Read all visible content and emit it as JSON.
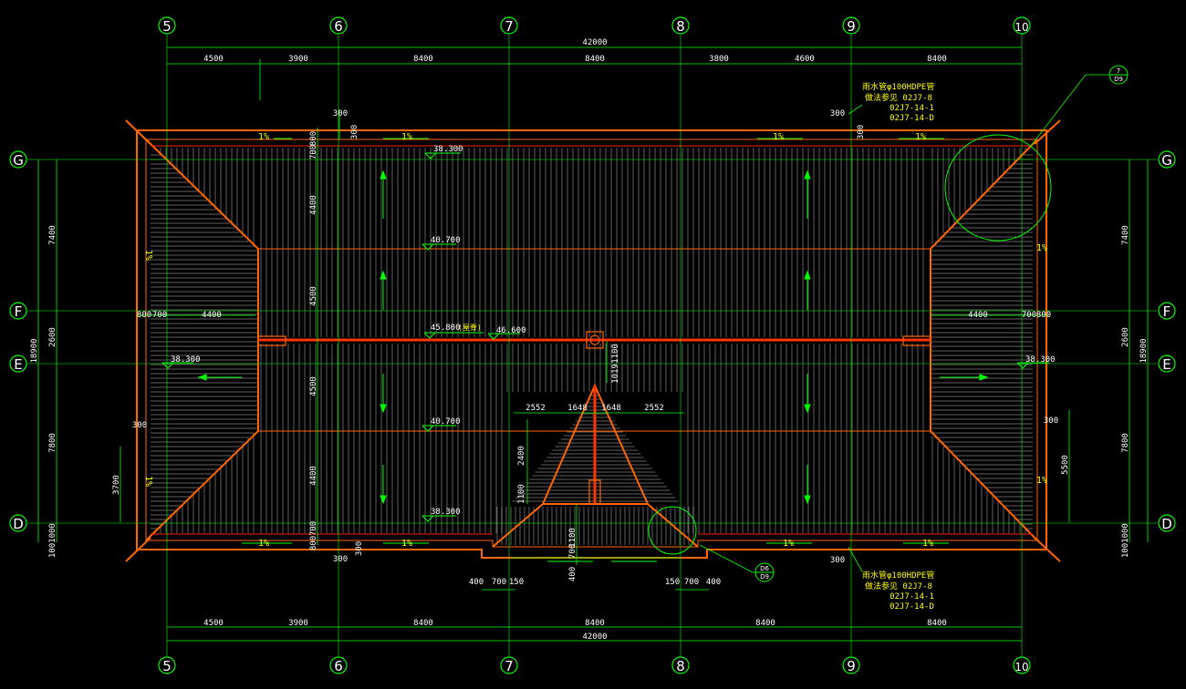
{
  "colors": {
    "background": "#000000",
    "dimension_line": "#00ff00",
    "dimension_text": "#ffffff",
    "roof_outline": "#ff6600",
    "roof_hatch": "#ffffff",
    "ridge": "#ff3300",
    "annotation": "#ffff00"
  },
  "axes": {
    "columns": [
      "5",
      "6",
      "7",
      "8",
      "9",
      "10"
    ],
    "rows": [
      "G",
      "F",
      "E",
      "D"
    ]
  },
  "dimensions": {
    "top_total": "42000",
    "top_segments": [
      "4500",
      "3900",
      "8400",
      "8400",
      "3800",
      "4600",
      "8400"
    ],
    "bottom_total": "42000",
    "bottom_segments": [
      "4500",
      "3900",
      "8400",
      "8400",
      "8400",
      "8400"
    ],
    "left_total": "18900",
    "left_segments": [
      "7400",
      "2600",
      "7800",
      "1000",
      "100"
    ],
    "right_total": "18900",
    "right_segments": [
      "7400",
      "2600",
      "7800",
      "1000",
      "100"
    ],
    "inner_vertical": [
      "800",
      "700",
      "4400",
      "4500",
      "4500",
      "4400",
      "700",
      "800"
    ],
    "misc": {
      "d300_top_a": "300",
      "d300_top_b": "300",
      "d300_top_c": "300",
      "d300_top_d": "300",
      "d300_bot_a": "300",
      "d300_bot_b": "300",
      "d300_bot_c": "300",
      "left_800": "800",
      "left_700": "700",
      "left_4400": "4400",
      "right_4400": "4400",
      "right_700": "700",
      "right_800": "800",
      "left_300": "300",
      "left_3700": "3700",
      "right_300": "300",
      "right_5500": "5500",
      "mid_1100a": "1100",
      "mid_1019": "1019",
      "mid_2552a": "2552",
      "mid_1648a": "1648",
      "mid_1648b": "1648",
      "mid_2552b": "2552",
      "mid_2400": "2400",
      "mid_1100b": "1100",
      "mid_1100c": "1100",
      "mid_700": "700",
      "mid_400": "400",
      "bot_400a": "400",
      "bot_700a": "700",
      "bot_150a": "150",
      "bot_150b": "150",
      "bot_700b": "700",
      "bot_400b": "400"
    }
  },
  "elevations": {
    "top_eave": "38.300",
    "upper_mid": "40.700",
    "ridge": "45.800",
    "ridge_note": "(屋脊)",
    "peak": "46.600",
    "left_eave": "38.300",
    "right_eave": "38.300",
    "lower_mid": "40.700",
    "bottom_eave": "38.300"
  },
  "slope_label": "1%",
  "notes": {
    "top_right": [
      "雨水管φ100HDPE管",
      "做法参见 02J7-8",
      "     02J7-14-1",
      "     02J7-14-D"
    ],
    "bottom_right": [
      "雨水管φ100HDPE管",
      "做法参见 02J7-8",
      "     02J7-14-1",
      "     02J7-14-D"
    ]
  },
  "detail_refs": {
    "top": {
      "num": "7",
      "sheet": "D9"
    },
    "bottom": {
      "num": "D6",
      "sheet": "D9"
    }
  }
}
